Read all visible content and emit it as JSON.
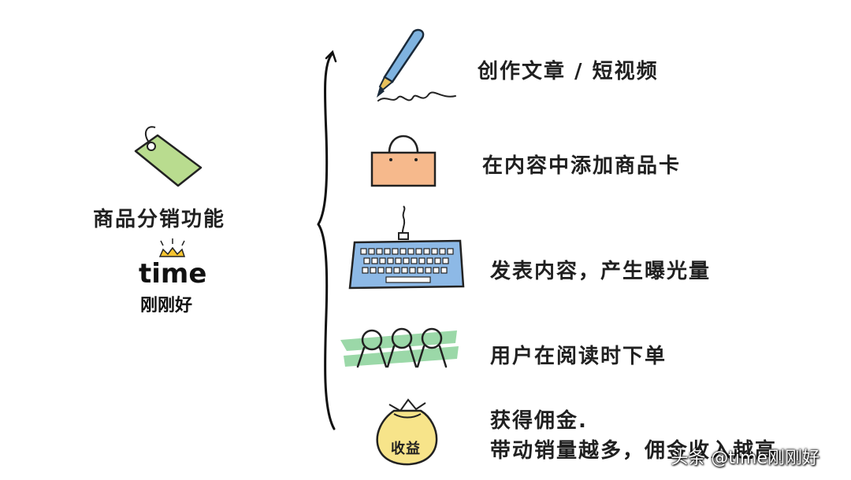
{
  "hub": {
    "title": "商品分销功能",
    "logo_word": "time",
    "logo_sub": "刚刚好"
  },
  "steps": [
    {
      "label": "创作文章 / 短视频",
      "icon": "fountain-pen-icon"
    },
    {
      "label": "在内容中添加商品卡",
      "icon": "shopping-bag-icon"
    },
    {
      "label": "发表内容，产生曝光量",
      "icon": "keyboard-icon"
    },
    {
      "label": "用户在阅读时下单",
      "icon": "people-icon"
    },
    {
      "label": "获得佣金.",
      "label2": "带动销量越多，佣金收入越高",
      "icon": "money-bag-icon",
      "badge": "收益"
    }
  ],
  "watermark": "头条 @time刚刚好",
  "colors": {
    "pen_blue": "#7fb3e0",
    "bag_orange": "#f6b98c",
    "keyboard_blue": "#8db9e6",
    "tag_green": "#b9dc8f",
    "people_green": "#9bd8a8",
    "money_yellow": "#f7e48a",
    "logo_crown": "#f5c430"
  }
}
